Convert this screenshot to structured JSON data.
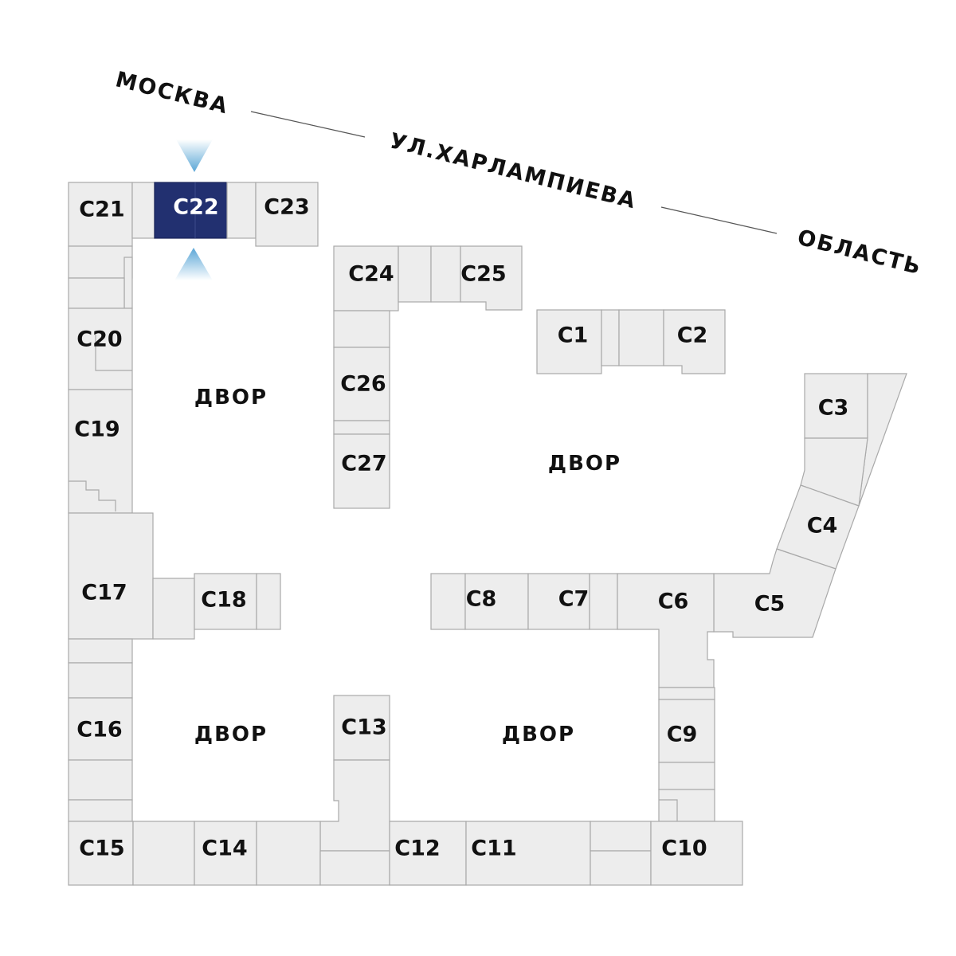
{
  "street": {
    "left": "МОСКВА",
    "center": "УЛ.ХАРЛАМПИЕВА",
    "right": "ОБЛАСТЬ"
  },
  "courtyard_label": "ДВОР",
  "selected_section": "С22",
  "colors": {
    "building_fill": "#ededed",
    "building_stroke": "#a9a9a9",
    "selected_fill": "#223070",
    "marker": "#5aa6d6"
  },
  "sections": {
    "c1": "С1",
    "c2": "С2",
    "c3": "С3",
    "c4": "С4",
    "c5": "С5",
    "c6": "С6",
    "c7": "С7",
    "c8": "С8",
    "c9": "С9",
    "c10": "С10",
    "c11": "С11",
    "c12": "С12",
    "c13": "С13",
    "c14": "С14",
    "c15": "С15",
    "c16": "С16",
    "c17": "С17",
    "c18": "С18",
    "c19": "С19",
    "c20": "С20",
    "c21": "С21",
    "c22": "С22",
    "c23": "С23",
    "c24": "С24",
    "c25": "С25",
    "c26": "С26",
    "c27": "С27"
  }
}
